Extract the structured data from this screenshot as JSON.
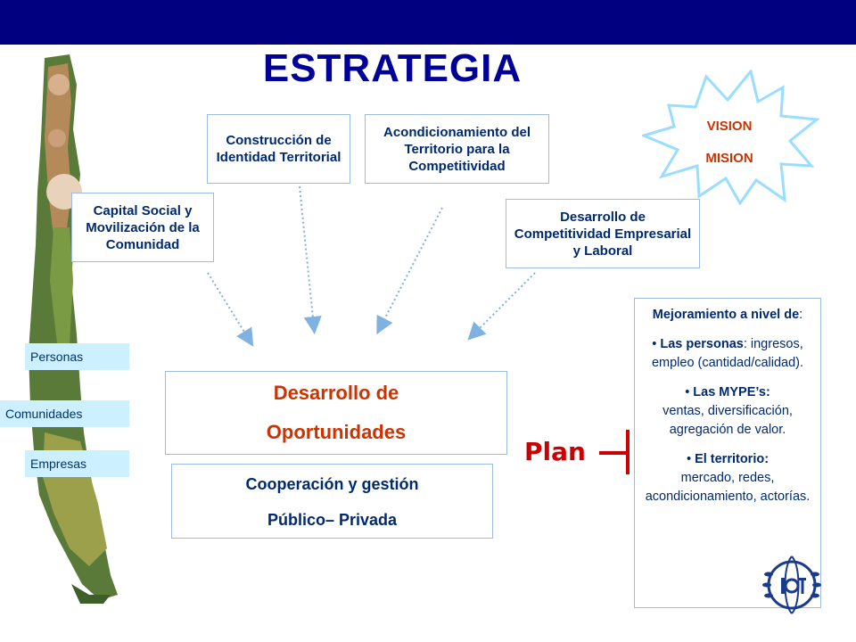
{
  "title": "ESTRATEGIA",
  "boxes": {
    "capital": "Capital Social y Movilización de la Comunidad",
    "identidad": "Construcción de Identidad Territorial",
    "territorio": "Acondicionamiento del Territorio para la Competitividad",
    "competitividad": "Desarrollo de Competitividad Empresarial y Laboral"
  },
  "labels": [
    "Personas",
    "Comunidades",
    "Empresas"
  ],
  "vision": "VISION",
  "mision": "MISION",
  "oportunidades": {
    "line1": "Desarrollo de",
    "line2": "Oportunidades"
  },
  "cooperacion": {
    "line1": "Cooperación y gestión",
    "line2": "Público– Privada"
  },
  "plan": "Plan",
  "mejoramiento": {
    "heading_bold": "Mejoramiento a nivel de",
    "heading_tail": ":",
    "items": [
      {
        "bold": "Las personas",
        "rest": ": ingresos, empleo (cantidad/calidad)."
      },
      {
        "bold": "Las MYPE’s:",
        "rest": "ventas, diversificación, agregación de valor."
      },
      {
        "bold": "El territorio:",
        "rest": "mercado, redes, acondicionamiento, actorías."
      }
    ]
  },
  "colors": {
    "topbar": "#000080",
    "title": "#000099",
    "accent": "#cc3300",
    "label_bg": "#ccf0ff",
    "arrow": "#7fb2e0"
  }
}
